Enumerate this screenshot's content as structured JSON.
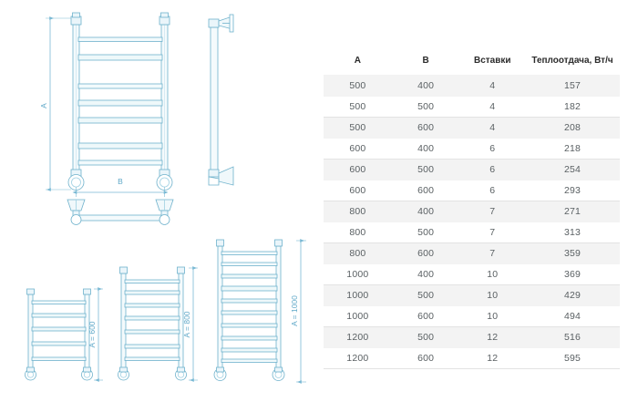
{
  "table": {
    "headers": [
      "A",
      "B",
      "Вставки",
      "Теплоотдача, Вт/ч"
    ],
    "rows": [
      [
        "500",
        "400",
        "4",
        "157"
      ],
      [
        "500",
        "500",
        "4",
        "182"
      ],
      [
        "500",
        "600",
        "4",
        "208"
      ],
      [
        "600",
        "400",
        "6",
        "218"
      ],
      [
        "600",
        "500",
        "6",
        "254"
      ],
      [
        "600",
        "600",
        "6",
        "293"
      ],
      [
        "800",
        "400",
        "7",
        "271"
      ],
      [
        "800",
        "500",
        "7",
        "313"
      ],
      [
        "800",
        "600",
        "7",
        "359"
      ],
      [
        "1000",
        "400",
        "10",
        "369"
      ],
      [
        "1000",
        "500",
        "10",
        "429"
      ],
      [
        "1000",
        "600",
        "10",
        "494"
      ],
      [
        "1200",
        "500",
        "12",
        "516"
      ],
      [
        "1200",
        "600",
        "12",
        "595"
      ]
    ]
  },
  "drawing": {
    "main_height_label": "A",
    "main_width_label": "B",
    "variants": [
      {
        "label": "A = 600",
        "rungs": 5
      },
      {
        "label": "A = 800",
        "rungs": 7
      },
      {
        "label": "A = 1000",
        "rungs": 10
      }
    ],
    "line_color": "#6fb2cc",
    "fill_color": "#eef7fa",
    "dim_color": "#7ab9d4",
    "label_color": "#5fa8c8"
  }
}
